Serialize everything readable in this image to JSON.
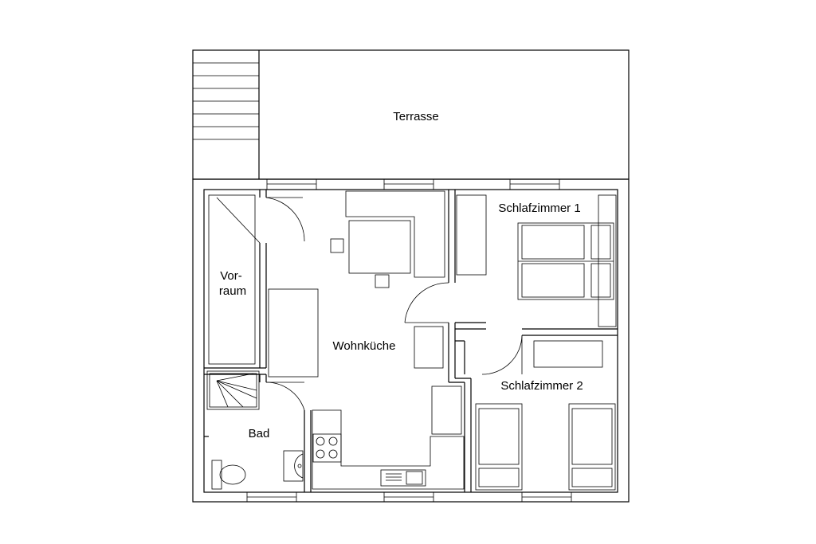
{
  "rooms": {
    "terrace": "Terrasse",
    "bedroom1": "Schlafzimmer 1",
    "foyer_line1": "Vor-",
    "foyer_line2": "raum",
    "kitchen_living": "Wohnküche",
    "bedroom2": "Schlafzimmer 2",
    "bathroom": "Bad"
  }
}
